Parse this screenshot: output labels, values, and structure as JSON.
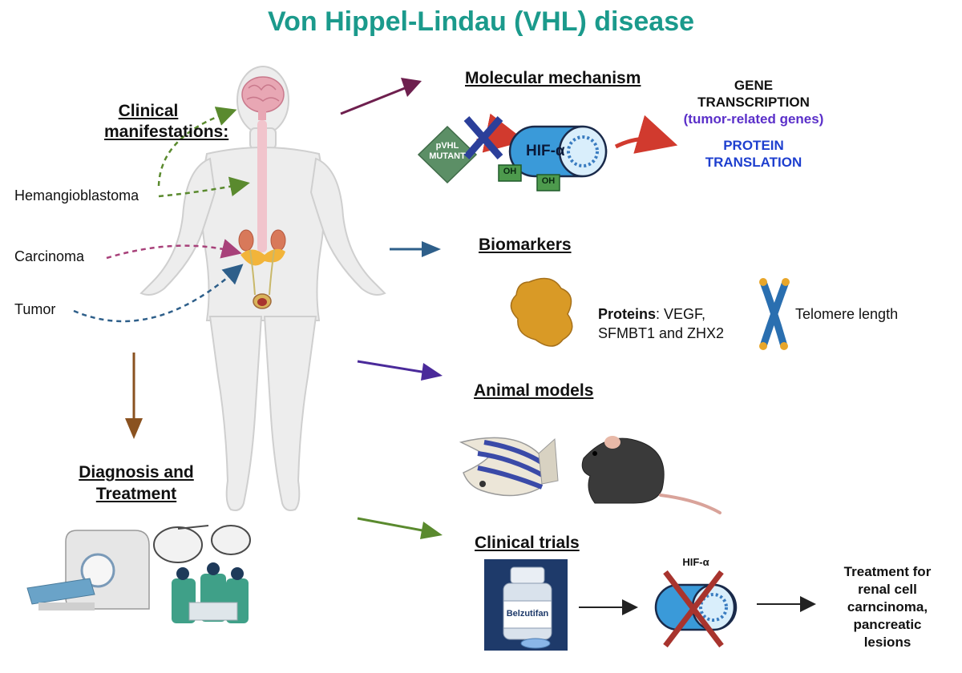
{
  "title": "Von Hippel-Lindau (VHL) disease",
  "clinical": {
    "heading_line1": "Clinical",
    "heading_line2": "manifestations:",
    "items": [
      "Hemangioblastoma",
      "Carcinoma",
      "Tumor"
    ]
  },
  "diagnosis": {
    "heading_line1": "Diagnosis and",
    "heading_line2": "Treatment"
  },
  "molecular": {
    "heading": "Molecular mechanism",
    "pvhl_line1": "pVHL",
    "pvhl_line2": "MUTANT",
    "hif_label": "HIF-α",
    "oh_labels": [
      "OH",
      "OH"
    ],
    "gene_line1": "GENE",
    "gene_line2": "TRANSCRIPTION",
    "gene_line3": "(tumor-related genes)",
    "protein_line1": "PROTEIN",
    "protein_line2": "TRANSLATION"
  },
  "biomarkers": {
    "heading": "Biomarkers",
    "proteins_bold": "Proteins",
    "proteins_rest": ": VEGF,",
    "proteins_line2": "SFMBT1 and ZHX2",
    "telomere": "Telomere length"
  },
  "animal_models": {
    "heading": "Animal models"
  },
  "clinical_trials": {
    "heading": "Clinical trials",
    "drug_label": "Belzutifan",
    "hif_label": "HIF-α",
    "treatment_lines": [
      "Treatment for",
      "renal cell",
      "carncinoma,",
      "pancreatic",
      "lesions"
    ]
  },
  "colors": {
    "title": "#1b9a8c",
    "hemangioblastoma_arrow": "#5a8a2e",
    "carcinoma_arrow": "#a8417a",
    "tumor_arrow": "#2e5f8a",
    "hif_blue": "#3a9ad9"
  }
}
